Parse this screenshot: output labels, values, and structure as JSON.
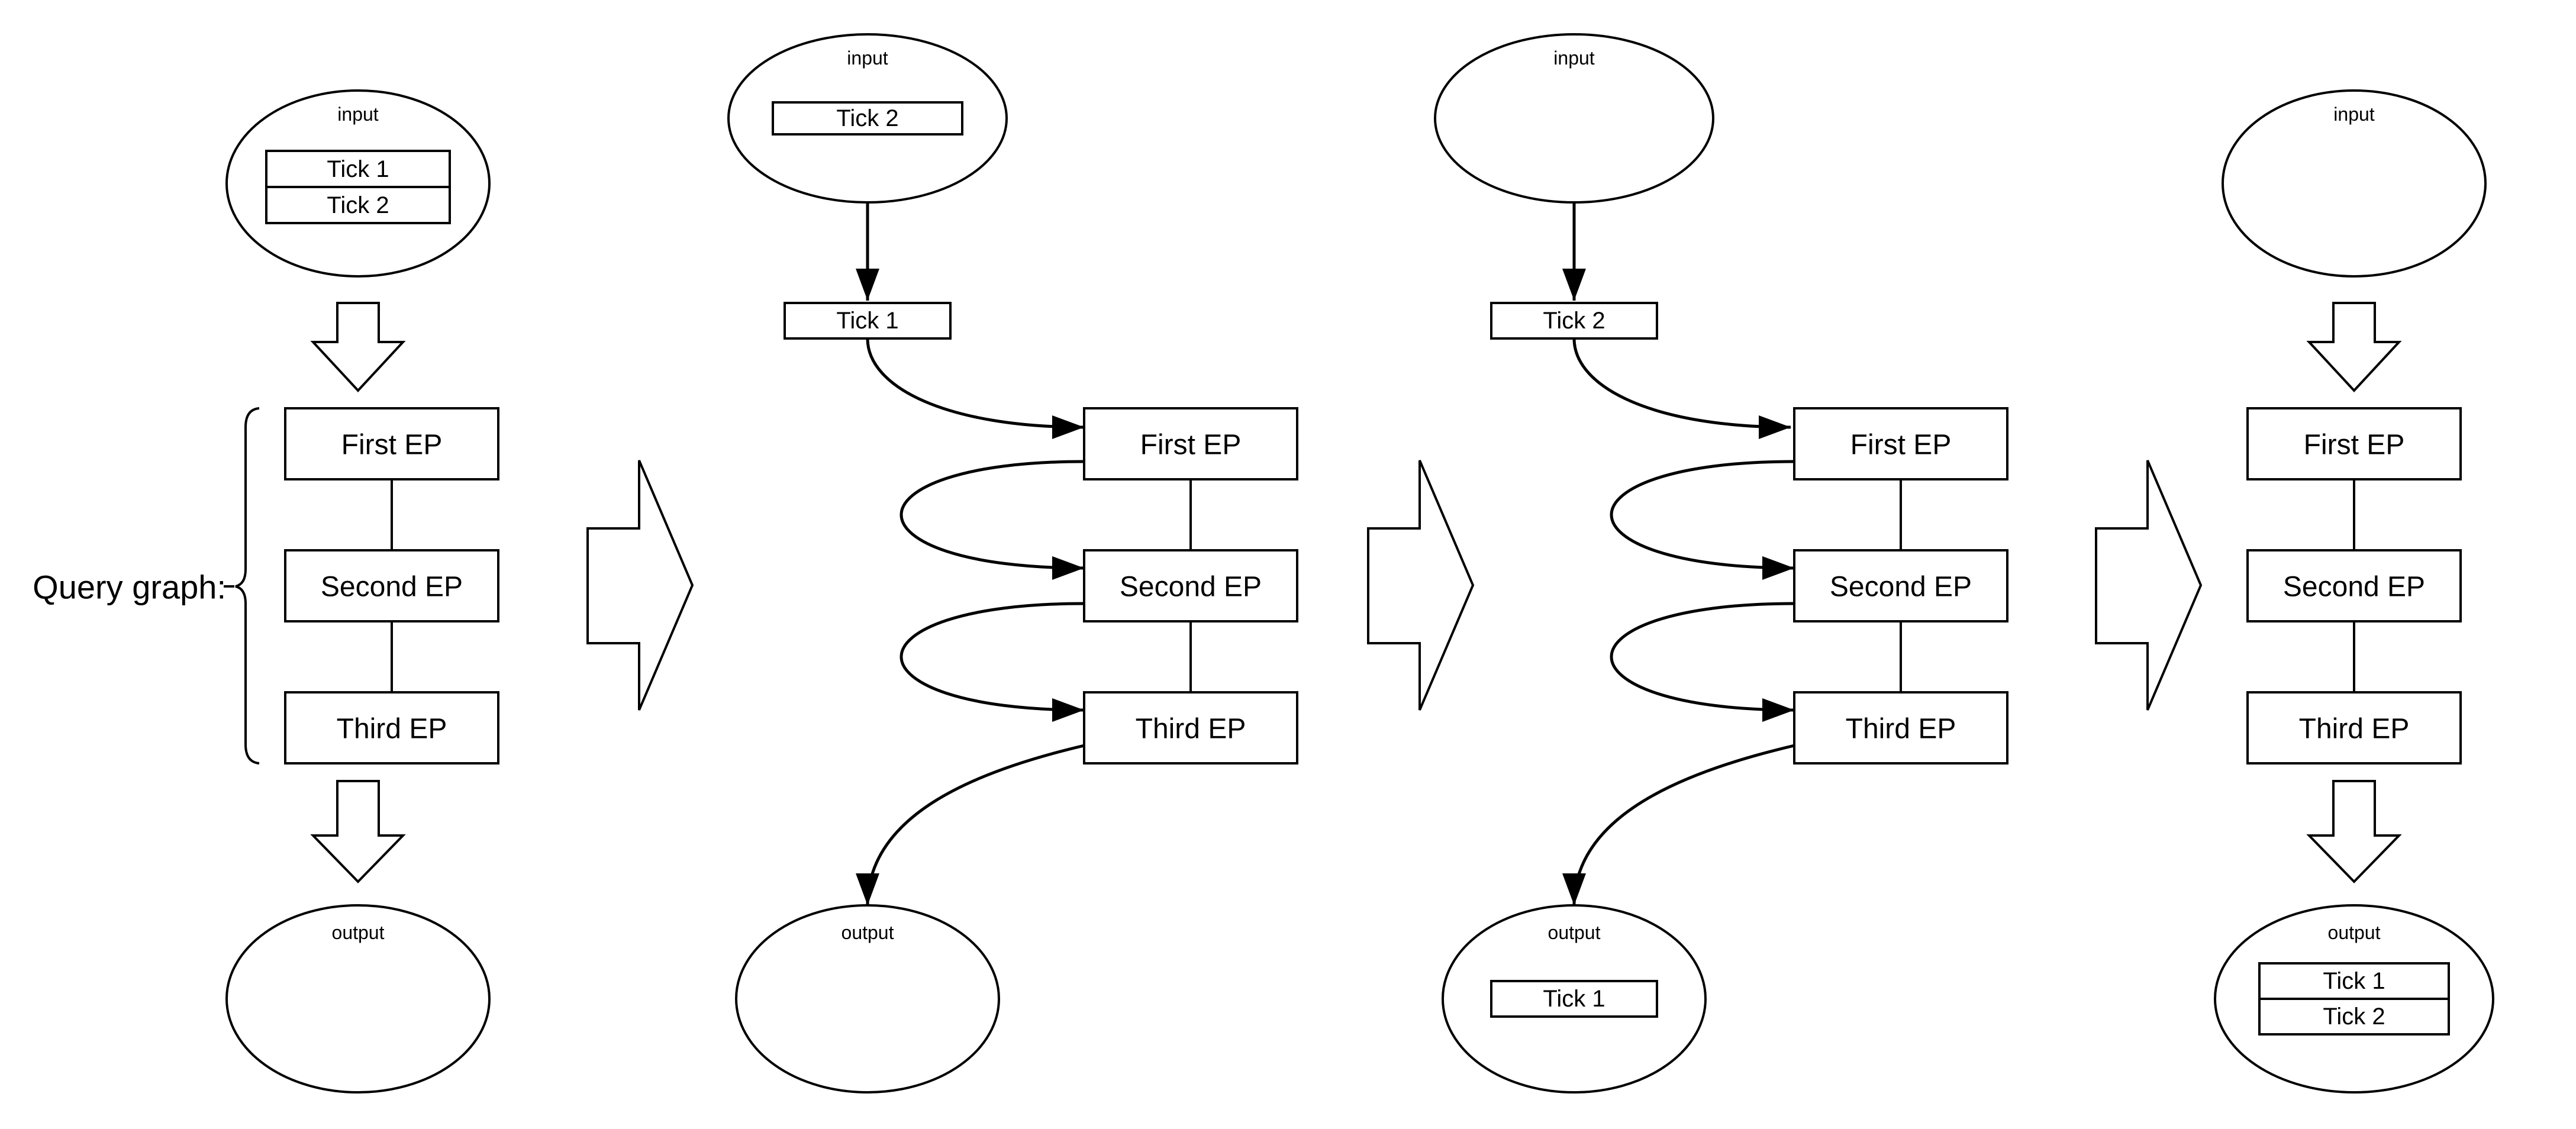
{
  "label": "Query graph:",
  "colors": {
    "stroke": "#000000",
    "background": "#ffffff",
    "text": "#000000"
  },
  "panels": [
    {
      "name": "stage-1",
      "input": {
        "label": "input",
        "ticks": [
          "Tick 1",
          "Tick 2"
        ]
      },
      "eps": [
        "First EP",
        "Second EP",
        "Third EP"
      ],
      "output": {
        "label": "output",
        "ticks": []
      }
    },
    {
      "name": "stage-2",
      "input": {
        "label": "input",
        "ticks": [
          "Tick 2"
        ]
      },
      "staged_tick": "Tick 1",
      "eps": [
        "First EP",
        "Second EP",
        "Third EP"
      ],
      "output": {
        "label": "output",
        "ticks": []
      }
    },
    {
      "name": "stage-3",
      "input": {
        "label": "input",
        "ticks": []
      },
      "staged_tick": "Tick 2",
      "eps": [
        "First EP",
        "Second EP",
        "Third EP"
      ],
      "output": {
        "label": "output",
        "ticks": [
          "Tick 1"
        ]
      }
    },
    {
      "name": "stage-4",
      "input": {
        "label": "input",
        "ticks": []
      },
      "eps": [
        "First EP",
        "Second EP",
        "Third EP"
      ],
      "output": {
        "label": "output",
        "ticks": [
          "Tick 1",
          "Tick 2"
        ]
      }
    }
  ]
}
